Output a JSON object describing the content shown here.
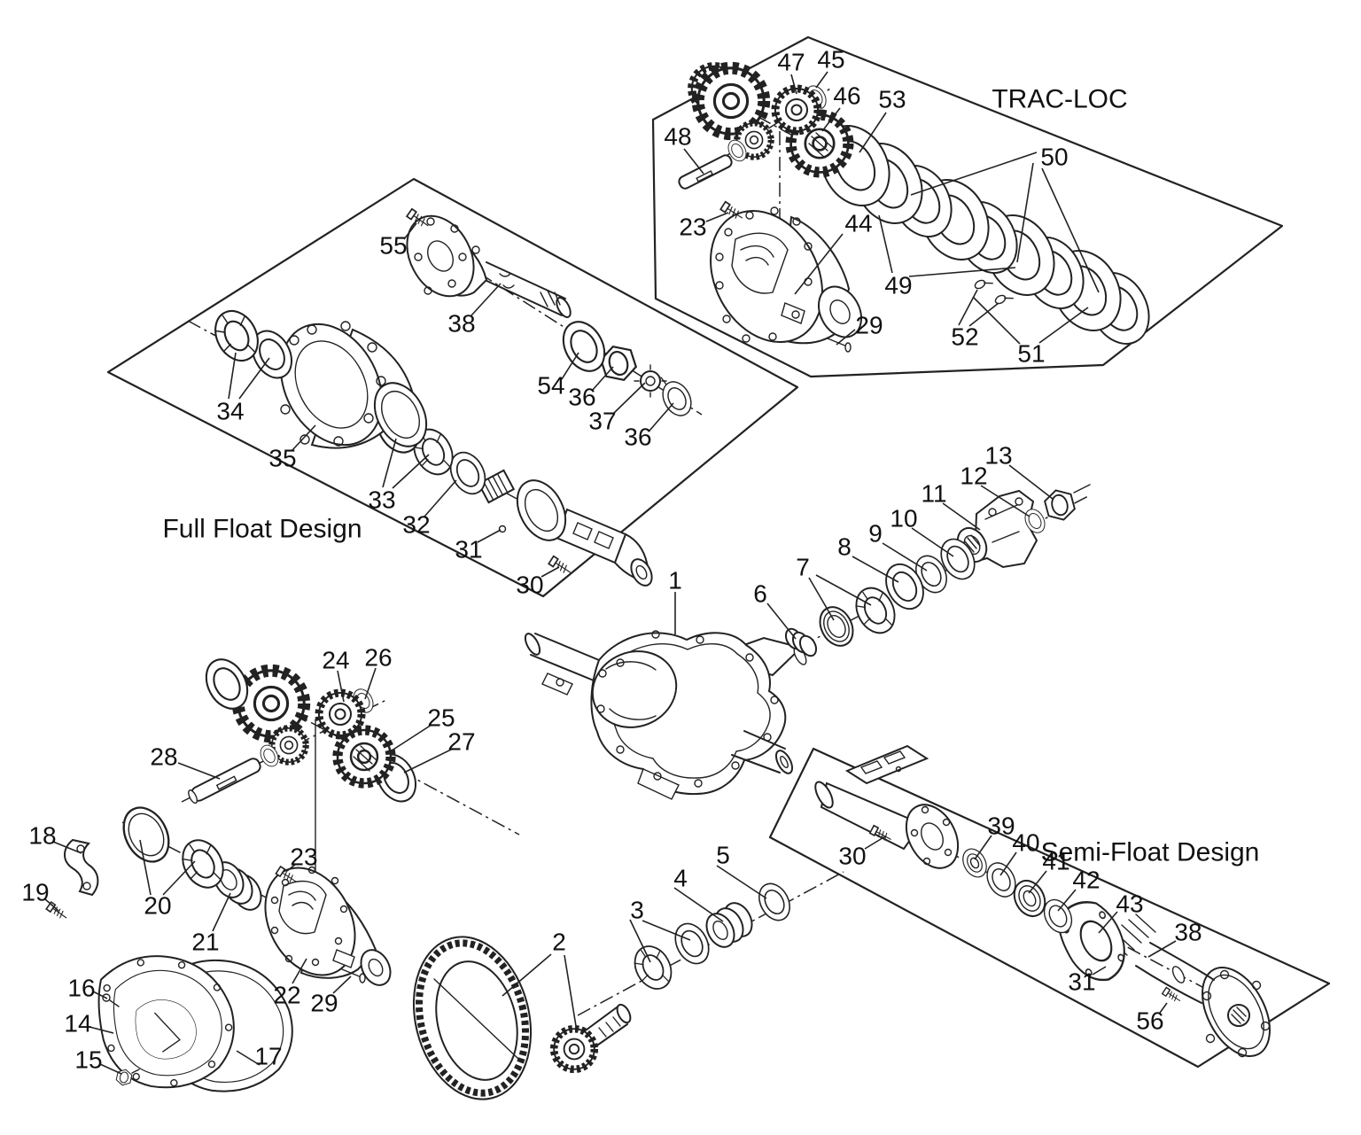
{
  "titles": {
    "trac_loc": "TRAC-LOC",
    "full_float": "Full Float Design",
    "semi_float": "Semi-Float Design"
  },
  "callouts": {
    "p1": "1",
    "p2": "2",
    "p3": "3",
    "p4": "4",
    "p5": "5",
    "p6": "6",
    "p7": "7",
    "p8": "8",
    "p9": "9",
    "p10": "10",
    "p11": "11",
    "p12": "12",
    "p13": "13",
    "p14": "14",
    "p15": "15",
    "p16": "16",
    "p17": "17",
    "p18": "18",
    "p19": "19",
    "p20": "20",
    "p21": "21",
    "p22": "22",
    "p23": "23",
    "p24": "24",
    "p25": "25",
    "p26": "26",
    "p27": "27",
    "p28": "28",
    "p29": "29",
    "p30": "30",
    "p31": "31",
    "p32": "32",
    "p33": "33",
    "p34": "34",
    "p35": "35",
    "p36": "36",
    "p37": "37",
    "p38": "38",
    "p39": "39",
    "p40": "40",
    "p41": "41",
    "p42": "42",
    "p43": "43",
    "p44": "44",
    "p45": "45",
    "p46": "46",
    "p47": "47",
    "p48": "48",
    "p49": "49",
    "p50": "50",
    "p51": "51",
    "p52": "52",
    "p53": "53",
    "p54": "54",
    "p55": "55",
    "p56": "56"
  }
}
